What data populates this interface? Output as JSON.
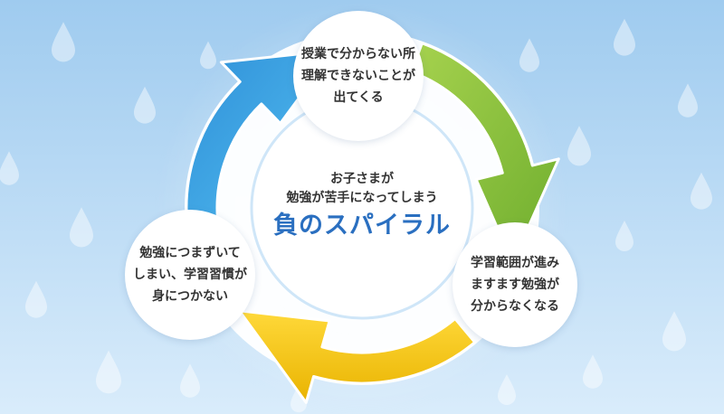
{
  "diagram": {
    "center": {
      "line1": "お子さまが",
      "line2": "勉強が苦手になってしまう",
      "headline": "負のスパイラル"
    },
    "nodes": [
      {
        "id": "top",
        "text": "授業で分からない所\n理解できないことが\n出てくる"
      },
      {
        "id": "right",
        "text": "学習範囲が進み\nますます勉強が\n分からなくなる"
      },
      {
        "id": "left",
        "text": "勉強につまずいて\nしまい、学習習慣が\n身につかない"
      }
    ],
    "colors": {
      "background_top": "#9fcbef",
      "background_bottom": "#d9ecfb",
      "arrow_green": "#8cc63f",
      "arrow_yellow": "#f5c400",
      "arrow_blue": "#3aa6e8",
      "headline": "#2a6fc0"
    }
  }
}
